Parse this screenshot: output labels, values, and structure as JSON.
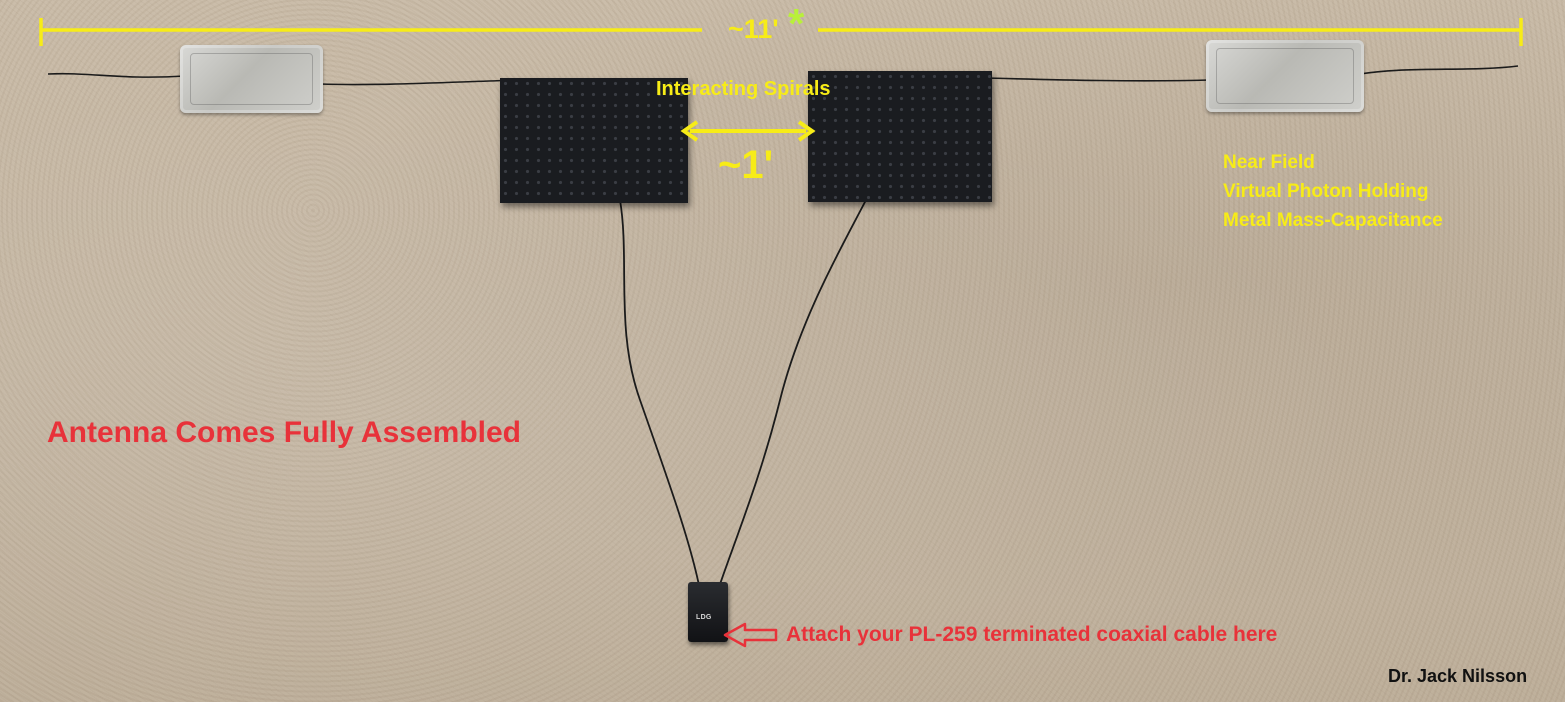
{
  "labels": {
    "overall_span": "~11'",
    "asterisk": "*",
    "spiral_title": "Interacting Spirals",
    "spiral_gap": "~1'",
    "near_field_lines": [
      "Near Field",
      "Virtual Photon Holding",
      "Metal Mass-Capacitance"
    ],
    "headline": "Antenna Comes Fully Assembled",
    "attach_note": "Attach your PL-259 terminated coaxial cable here",
    "author": "Dr. Jack Nilsson"
  },
  "device": {
    "label": "LDG"
  },
  "colors": {
    "annotation_yellow": "#f7ec17",
    "asterisk_green": "#b9f03a",
    "annotation_red": "#e8323a",
    "carpet": "#c4b6a2",
    "pegboard": "#1a1c20"
  }
}
